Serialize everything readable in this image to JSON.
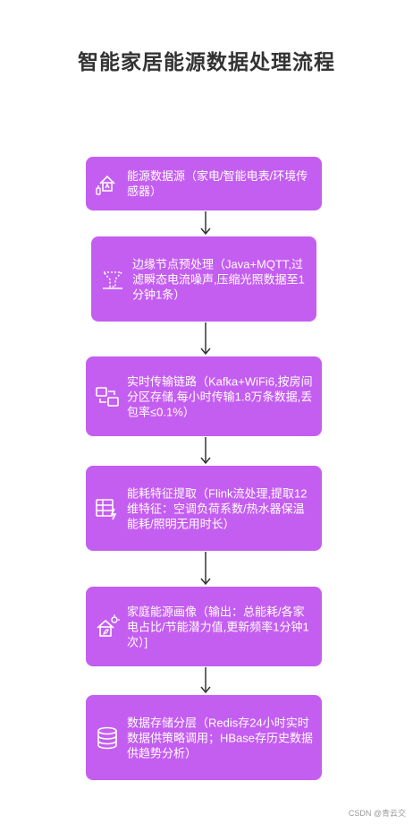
{
  "title": "智能家居能源数据处理流程",
  "steps": [
    {
      "icon": "smart-home-icon",
      "text": "能源数据源（家电/智能电表/环境传感器）"
    },
    {
      "icon": "edge-filter-icon",
      "text": "边缘节点预处理（Java+MQTT,过滤瞬态电流噪声,压缩光照数据至1分钟1条）"
    },
    {
      "icon": "transfer-icon",
      "text": "实时传输链路（Kafka+WiFi6,按房间分区存储,每小时传输1.8万条数据,丢包率≤0.1%）"
    },
    {
      "icon": "feature-table-icon",
      "text": "能耗特征提取（Flink流处理,提取12维特征：空调负荷系数/热水器保温能耗/照明无用时长）"
    },
    {
      "icon": "home-energy-icon",
      "text": "家庭能源画像（输出：总能耗/各家电占比/节能潜力值,更新频率1分钟1次）]"
    },
    {
      "icon": "database-icon",
      "text": "数据存储分层（Redis存24小时实时数据供策略调用；HBase存历史数据供趋势分析）"
    }
  ],
  "footer": "CSDN @青云交",
  "colors": {
    "box": "#c45ef0",
    "arrow": "#333333",
    "title": "#333333"
  }
}
